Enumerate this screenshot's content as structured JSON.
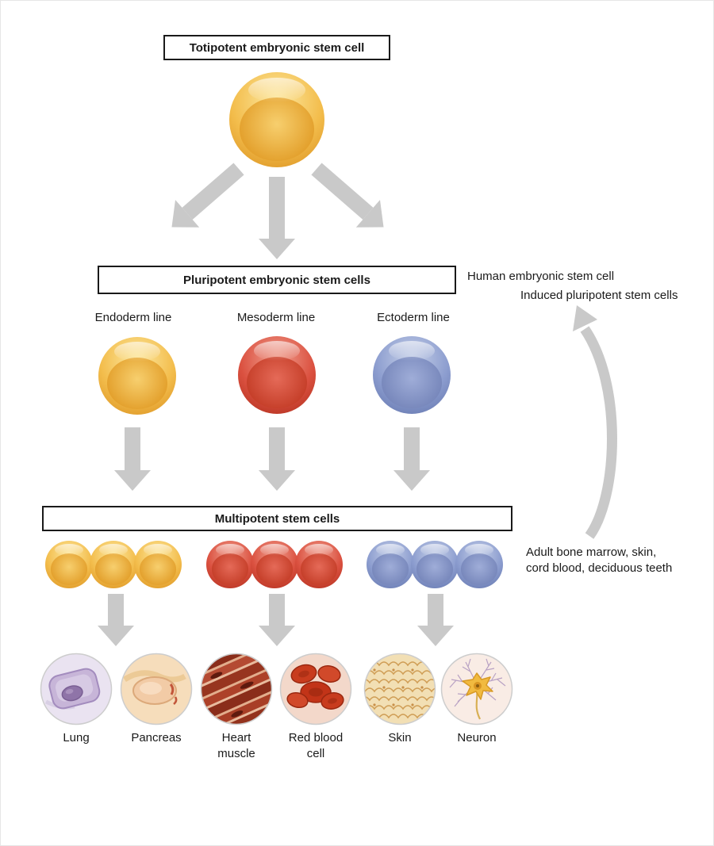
{
  "boxes": {
    "totipotent": "Totipotent embryonic stem cell",
    "pluripotent": "Pluripotent embryonic stem cells",
    "multipotent": "Multipotent stem cells"
  },
  "annotations": {
    "human_esc": "Human embryonic stem cell",
    "induced_psc": "Induced pluripotent stem cells",
    "adult_sources": "Adult bone marrow, skin,\ncord blood, deciduous teeth"
  },
  "germ_lines": [
    {
      "label": "Endoderm line",
      "cell_color": "#f0b23f"
    },
    {
      "label": "Mesoderm line",
      "cell_color": "#d94f3b"
    },
    {
      "label": "Ectoderm line",
      "cell_color": "#8796c9"
    }
  ],
  "tissues": [
    {
      "label": "Lung"
    },
    {
      "label": "Pancreas"
    },
    {
      "label": "Heart muscle"
    },
    {
      "label": "Red blood cell"
    },
    {
      "label": "Skin"
    },
    {
      "label": "Neuron"
    }
  ],
  "colors": {
    "arrow": "#c9c9c9",
    "totipotent_cell": "#f0b23f",
    "box_border": "#1a1a1a",
    "background": "#ffffff"
  }
}
